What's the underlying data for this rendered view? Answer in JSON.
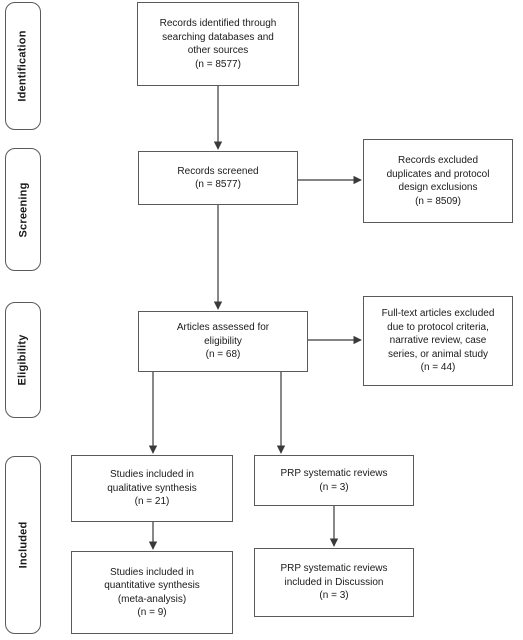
{
  "phases": {
    "identification": "Identification",
    "screening": "Screening",
    "eligibility": "Eligibility",
    "included": "Included"
  },
  "boxes": {
    "records_identified": [
      "Records identified through",
      "searching databases and",
      "other sources",
      "(n = 8577)"
    ],
    "records_screened": [
      "Records screened",
      "(n = 8577)"
    ],
    "records_excluded": [
      "Records excluded",
      "duplicates and protocol",
      "design exclusions",
      "(n = 8509)"
    ],
    "articles_assessed": [
      "Articles assessed for",
      "eligibility",
      "(n = 68)"
    ],
    "fulltext_excluded": [
      "Full-text articles excluded",
      "due to protocol criteria,",
      "narrative review, case",
      "series, or animal study",
      "(n = 44)"
    ],
    "qualitative": [
      "Studies included in",
      "qualitative synthesis",
      "(n = 21)"
    ],
    "prp_reviews": [
      "PRP systematic reviews",
      "(n = 3)"
    ],
    "quantitative": [
      "Studies included in",
      "quantitative synthesis",
      "(meta-analysis)",
      "(n = 9)"
    ],
    "prp_discussion": [
      "PRP systematic reviews",
      "included in Discussion",
      "(n = 3)"
    ]
  },
  "colors": {
    "line": "#3a3a3a",
    "border": "#5a5a5a"
  }
}
